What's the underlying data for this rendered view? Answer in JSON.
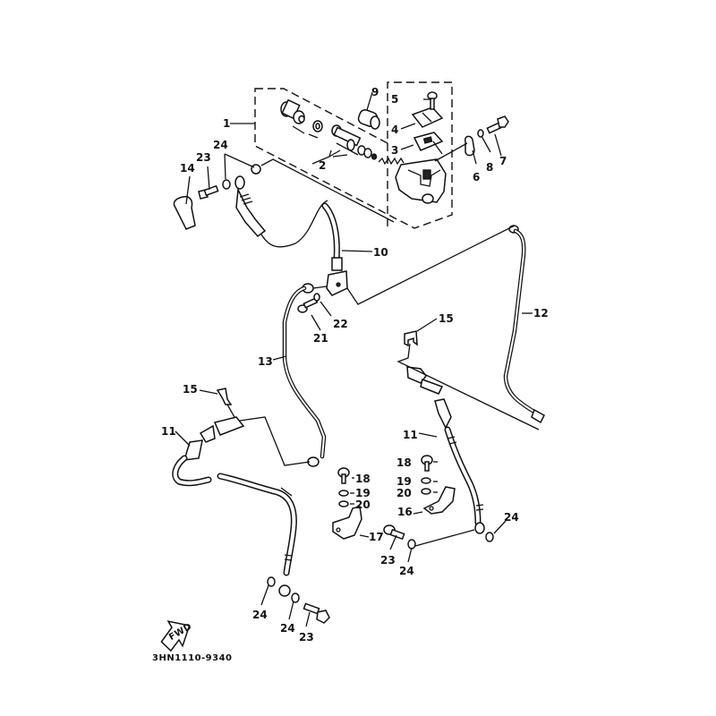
{
  "diagram": {
    "title": "Front master cylinder / brake hose exploded parts diagram",
    "part_code": "3HN1110-9340",
    "direction_marker": "FWD",
    "callouts": [
      {
        "id": "c1",
        "label": "1"
      },
      {
        "id": "c2",
        "label": "2"
      },
      {
        "id": "c3",
        "label": "3"
      },
      {
        "id": "c4",
        "label": "4"
      },
      {
        "id": "c5",
        "label": "5"
      },
      {
        "id": "c6",
        "label": "6"
      },
      {
        "id": "c7",
        "label": "7"
      },
      {
        "id": "c8",
        "label": "8"
      },
      {
        "id": "c9",
        "label": "9"
      },
      {
        "id": "c10",
        "label": "10"
      },
      {
        "id": "c11a",
        "label": "11"
      },
      {
        "id": "c11b",
        "label": "11"
      },
      {
        "id": "c12",
        "label": "12"
      },
      {
        "id": "c13",
        "label": "13"
      },
      {
        "id": "c14",
        "label": "14"
      },
      {
        "id": "c15a",
        "label": "15"
      },
      {
        "id": "c15b",
        "label": "15"
      },
      {
        "id": "c16",
        "label": "16"
      },
      {
        "id": "c17",
        "label": "17"
      },
      {
        "id": "c18a",
        "label": "18"
      },
      {
        "id": "c18b",
        "label": "18"
      },
      {
        "id": "c19a",
        "label": "19"
      },
      {
        "id": "c19b",
        "label": "19"
      },
      {
        "id": "c20a",
        "label": "20"
      },
      {
        "id": "c20b",
        "label": "20"
      },
      {
        "id": "c21",
        "label": "21"
      },
      {
        "id": "c22",
        "label": "22"
      },
      {
        "id": "c23a",
        "label": "23"
      },
      {
        "id": "c23b",
        "label": "23"
      },
      {
        "id": "c23c",
        "label": "23"
      },
      {
        "id": "c24a",
        "label": "24"
      },
      {
        "id": "c24b",
        "label": "24"
      },
      {
        "id": "c24c",
        "label": "24"
      },
      {
        "id": "c24d",
        "label": "24"
      },
      {
        "id": "c24e",
        "label": "24"
      }
    ]
  }
}
